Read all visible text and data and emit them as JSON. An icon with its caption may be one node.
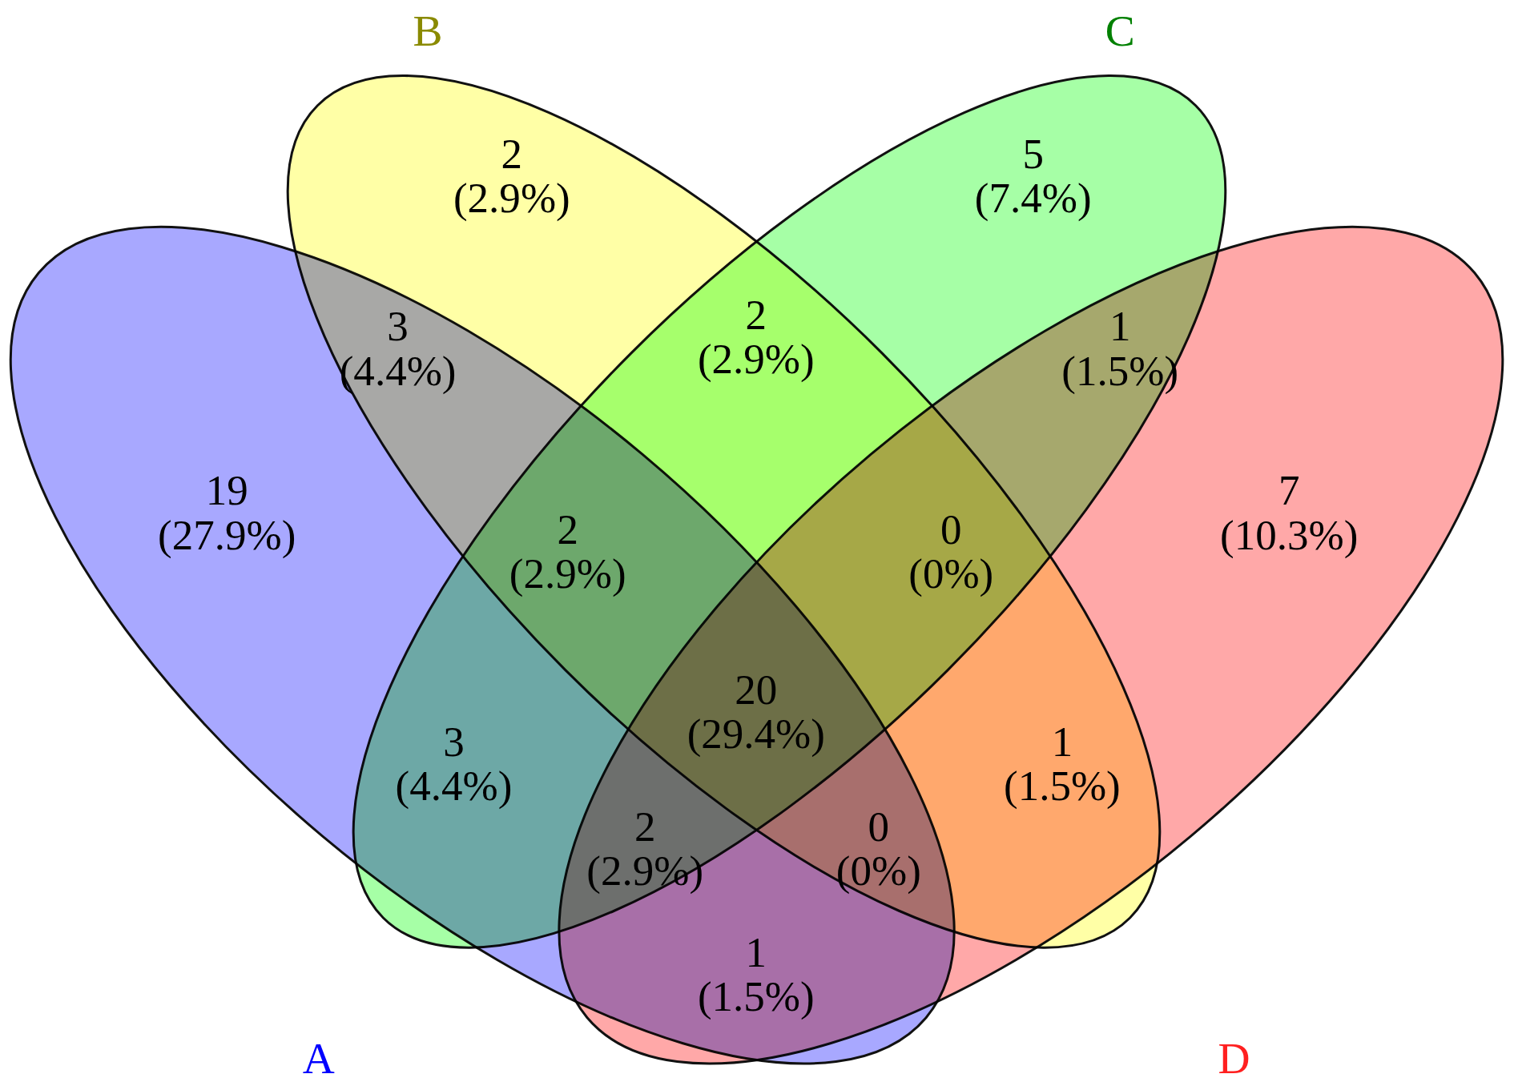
{
  "diagram": {
    "nodes": [
      {
        "text": [
          "B"
        ]
      },
      {
        "text": [
          "C"
        ]
      },
      {
        "text": [
          "A"
        ]
      },
      {
        "text": [
          "D"
        ]
      }
    ],
    "labels": [
      "2 (2.9%)",
      "5 (7.4%)",
      "3 (4.4%)",
      "2 (2.9%)",
      "1 (1.5%)",
      "19 (27.9%)",
      "2 (2.9%)",
      "0 (0%)",
      "7 (10.3%)",
      "3 (4.4%)",
      "20 (29.4%)",
      "1 (1.5%)",
      "2 (2.9%)",
      "0 (0%)",
      "1 (1.5%)"
    ]
  }
}
